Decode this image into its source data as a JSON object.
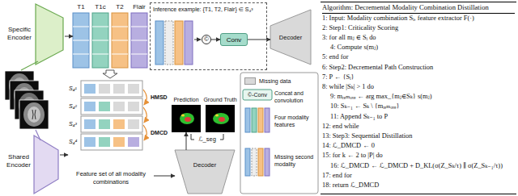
{
  "diagram": {
    "nodes": [
      {
        "text": [
          "Specific Encoder"
        ]
      },
      {
        "text": [
          "Shared Encoder"
        ]
      },
      {
        "text": [
          "T1"
        ]
      },
      {
        "text": [
          "T1c"
        ]
      },
      {
        "text": [
          "T2"
        ]
      },
      {
        "text": [
          "Flair"
        ]
      },
      {
        "text": [
          "Inference example: {T1, T2, Flair} ∈ S₄³"
        ]
      },
      {
        "text": [
          "©"
        ],
        "in": 6
      },
      {
        "text": [
          "Conv"
        ],
        "in": 6
      },
      {
        "text": [
          "Decoder"
        ]
      },
      {
        "text": [
          "Feature set of all modality combinations"
        ]
      },
      {
        "text": [
          "Prediction"
        ]
      },
      {
        "text": [
          "Ground Truth"
        ]
      },
      {
        "text": [
          "Decoder"
        ]
      },
      {
        "text": [
          "Algorithm: Decremental Modality Combination Distillation",
          "1: Input: Modality combination Sᵢ, feature extractor F(·)",
          "2: Step1: Criticality Scoring",
          "3: for all mⱼ ∈ Sᵢ do",
          "4: Compute s(mⱼ)",
          "5: end for",
          "6: Step2: Decremental Path Construction",
          "7: P ← {Sᵢ}",
          "8: while |Sₖ| > 1 do",
          "9: mᵣₑₘₒᵥₑ ← arg max_{mⱼ∈Sₖ} s(mⱼ)",
          "10: Sₖ₋₁ ← Sₖ \\ {mᵣₑₘₒᵥₑ}",
          "11: Append Sₖ₋₁ to P",
          "12: end while",
          "13: Step3: Sequential Distillation",
          "14: ℒ_DMCD ← 0",
          "15: for k ← 2 to |P| do",
          "16: ℒ_DMCD ← ℒ_DMCD + D_KL(σ(Z_Sₖ/τ) ∥ σ(Z_Sₖ₋₁/τ))",
          "17: end for",
          "18: return ℒ_DMCD"
        ]
      }
    ],
    "edges": [
      {
        "from": 0,
        "to": 2,
        "arrow": "to"
      },
      {
        "from": 1,
        "to": 10,
        "arrow": "to"
      },
      {
        "from": 7,
        "to": 8,
        "arrow": "to"
      },
      {
        "from": 8,
        "to": 9,
        "arrow": "to"
      },
      {
        "from": 10,
        "to": 13,
        "arrow": "to"
      },
      {
        "from": 13,
        "to": 11,
        "arrow": "to"
      }
    ],
    "labels": [
      "HMSD",
      "DMCD",
      "S₄¹",
      "S₄²",
      "S₄³",
      "S₄⁴",
      "ℒ_seg",
      "©-Conv"
    ],
    "legend": [
      {
        "text": "Missing data",
        "color": "#d9d9d9"
      },
      {
        "text": "Concat and convolution"
      },
      {
        "text": "Four modality features"
      },
      {
        "text": "Missing second modality"
      }
    ]
  }
}
